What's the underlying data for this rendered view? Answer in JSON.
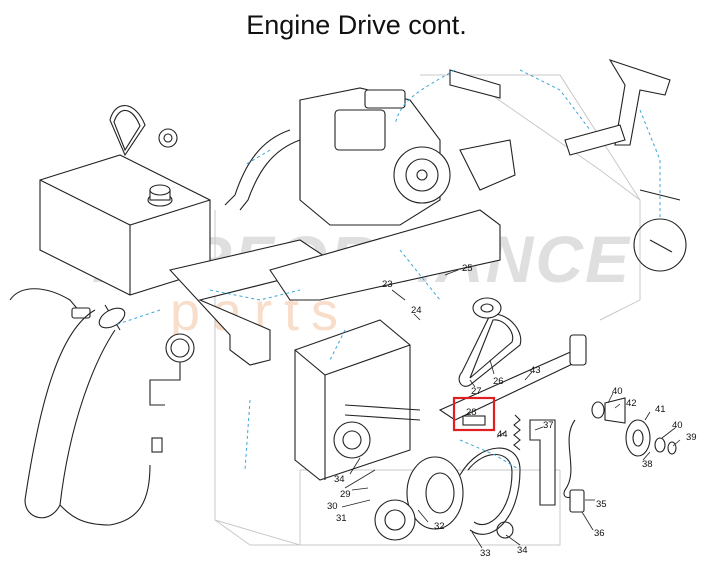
{
  "title": "Engine Drive cont.",
  "watermark": {
    "main": "PERFORMANCE",
    "sub": "parts"
  },
  "highlight_color": "#e02020",
  "callouts": [
    {
      "n": "23"
    },
    {
      "n": "24"
    },
    {
      "n": "25"
    },
    {
      "n": "26"
    },
    {
      "n": "27"
    },
    {
      "n": "28"
    },
    {
      "n": "29"
    },
    {
      "n": "30"
    },
    {
      "n": "31"
    },
    {
      "n": "32"
    },
    {
      "n": "33"
    },
    {
      "n": "34"
    },
    {
      "n": "34"
    },
    {
      "n": "35"
    },
    {
      "n": "36"
    },
    {
      "n": "37"
    },
    {
      "n": "38"
    },
    {
      "n": "39"
    },
    {
      "n": "40"
    },
    {
      "n": "40"
    },
    {
      "n": "41"
    },
    {
      "n": "42"
    },
    {
      "n": "43"
    },
    {
      "n": "44"
    }
  ]
}
